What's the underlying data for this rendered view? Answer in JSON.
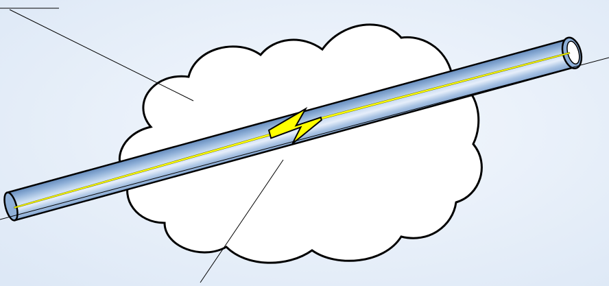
{
  "diagram": {
    "background_color": "#e7effa",
    "cloud_fill": "#ffffff",
    "cloud_outline": "#000000",
    "tube_color": "#8fb0d8",
    "tube_highlight": "#d6e4f4",
    "tube_shadow": "#6f93c1",
    "tunnel_color": "#ffff00",
    "leader_line_color": "#000000",
    "elements": [
      "cloud",
      "tube",
      "tunnel-bolt",
      "leader-lines"
    ]
  }
}
